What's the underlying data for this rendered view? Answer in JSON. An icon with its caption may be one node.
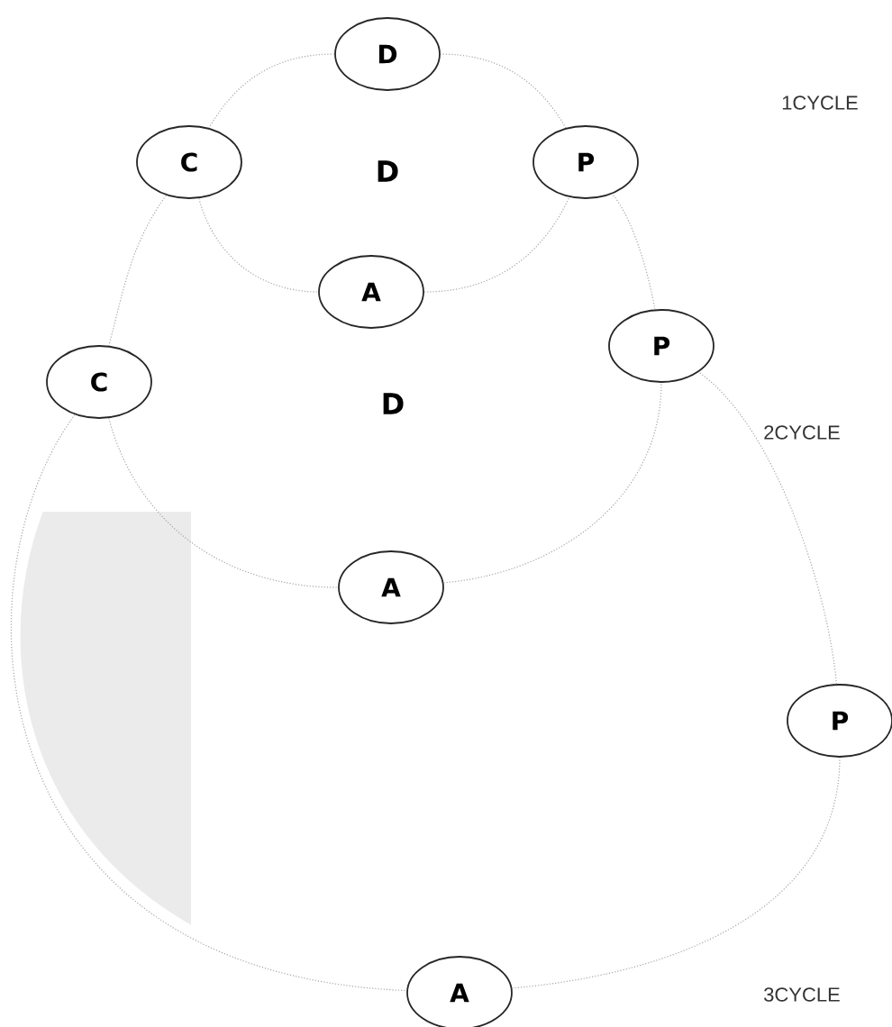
{
  "diagram": {
    "nodes": [
      {
        "text": [
          "D"
        ]
      },
      {
        "text": [
          "C"
        ]
      },
      {
        "text": [
          "P"
        ]
      },
      {
        "text": [
          "A"
        ]
      },
      {
        "text": [
          "P"
        ]
      },
      {
        "text": [
          "C"
        ]
      },
      {
        "text": [
          "A"
        ]
      },
      {
        "text": [
          "P"
        ]
      },
      {
        "text": [
          "A"
        ]
      }
    ],
    "edges": [
      {
        "from": 0,
        "to": 1,
        "arrow": "none"
      },
      {
        "from": 1,
        "to": 3,
        "arrow": "none"
      },
      {
        "from": 3,
        "to": 2,
        "arrow": "none"
      },
      {
        "from": 2,
        "to": 0,
        "arrow": "none"
      },
      {
        "from": 1,
        "to": 5,
        "arrow": "none"
      },
      {
        "from": 5,
        "to": 6,
        "arrow": "none"
      },
      {
        "from": 6,
        "to": 4,
        "arrow": "none"
      },
      {
        "from": 4,
        "to": 2,
        "arrow": "none"
      },
      {
        "from": 5,
        "to": 8,
        "arrow": "none"
      },
      {
        "from": 8,
        "to": 7,
        "arrow": "none"
      },
      {
        "from": 7,
        "to": 4,
        "arrow": "none"
      }
    ],
    "labels": [
      "1CYCLE",
      "D",
      "D",
      "2CYCLE",
      "3CYCLE"
    ]
  }
}
